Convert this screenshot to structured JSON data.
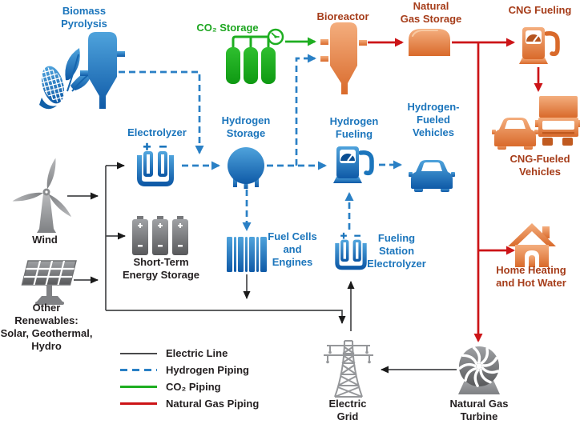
{
  "colors": {
    "electric": "#48494b",
    "hydrogen": "#2a80c5",
    "co2": "#1eae21",
    "natural_gas": "#cc1417",
    "label_blue": "#1b75bc",
    "label_orange": "#a63d1a",
    "label_green": "#1ea621",
    "label_black": "#231f20"
  },
  "nodes": {
    "biomass_pyrolysis": {
      "label": "Biomass\nPyrolysis"
    },
    "co2_storage": {
      "label": "CO₂ Storage"
    },
    "bioreactor": {
      "label": "Bioreactor"
    },
    "natural_gas_storage": {
      "label": "Natural\nGas Storage"
    },
    "cng_fueling": {
      "label": "CNG Fueling"
    },
    "electrolyzer": {
      "label": "Electrolyzer"
    },
    "hydrogen_storage": {
      "label": "Hydrogen\nStorage"
    },
    "hydrogen_fueling": {
      "label": "Hydrogen\nFueling"
    },
    "hydrogen_fueled_vehicles": {
      "label": "Hydrogen-\nFueled\nVehicles"
    },
    "cng_fueled_vehicles": {
      "label": "CNG-Fueled\nVehicles"
    },
    "wind": {
      "label": "Wind"
    },
    "short_term_energy_storage": {
      "label": "Short-Term\nEnergy Storage"
    },
    "fuel_cells_and_engines": {
      "label": "Fuel Cells\nand\nEngines"
    },
    "fueling_station_electrolyzer": {
      "label": "Fueling\nStation\nElectrolyzer"
    },
    "other_renewables": {
      "label": "Other Renewables:\nSolar, Geothermal,\nHydro"
    },
    "home_heating": {
      "label": "Home Heating\nand Hot Water"
    },
    "electric_grid": {
      "label": "Electric\nGrid"
    },
    "natural_gas_turbine": {
      "label": "Natural Gas\nTurbine"
    }
  },
  "legend": {
    "items": [
      {
        "type": "electric",
        "label": "Electric Line"
      },
      {
        "type": "hydrogen",
        "label": "Hydrogen Piping"
      },
      {
        "type": "co2",
        "label": "CO₂ Piping"
      },
      {
        "type": "natural_gas",
        "label": "Natural Gas Piping"
      }
    ]
  }
}
